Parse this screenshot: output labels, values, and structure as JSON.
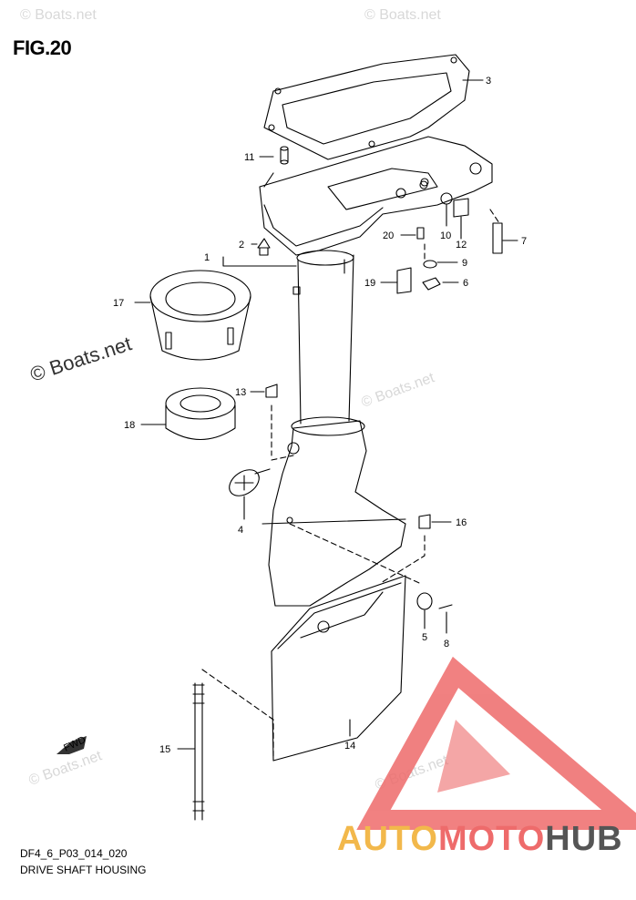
{
  "figure": {
    "title": "FIG.20",
    "code": "DF4_6_P03_014_020",
    "caption": "DRIVE SHAFT HOUSING"
  },
  "watermarks": {
    "small": "© Boats.net",
    "large": "© Boats.net"
  },
  "brand": {
    "part1": "AUTO",
    "part2": "MOTO",
    "part3": "HUB",
    "colors": {
      "auto": "#f2b84b",
      "moto": "#ee6b6b",
      "hub": "#555555",
      "logo": "#ee6b6b"
    }
  },
  "fwd_label": "FWD",
  "callouts": [
    {
      "id": "c1",
      "label": "1"
    },
    {
      "id": "c2",
      "label": "2"
    },
    {
      "id": "c3",
      "label": "3"
    },
    {
      "id": "c4",
      "label": "4"
    },
    {
      "id": "c5",
      "label": "5"
    },
    {
      "id": "c6",
      "label": "6"
    },
    {
      "id": "c7",
      "label": "7"
    },
    {
      "id": "c8",
      "label": "8"
    },
    {
      "id": "c9",
      "label": "9"
    },
    {
      "id": "c10",
      "label": "10"
    },
    {
      "id": "c11",
      "label": "11"
    },
    {
      "id": "c12",
      "label": "12"
    },
    {
      "id": "c13",
      "label": "13"
    },
    {
      "id": "c14",
      "label": "14"
    },
    {
      "id": "c15",
      "label": "15"
    },
    {
      "id": "c16",
      "label": "16"
    },
    {
      "id": "c17",
      "label": "17"
    },
    {
      "id": "c18",
      "label": "18"
    },
    {
      "id": "c19",
      "label": "19"
    },
    {
      "id": "c20",
      "label": "20"
    }
  ]
}
